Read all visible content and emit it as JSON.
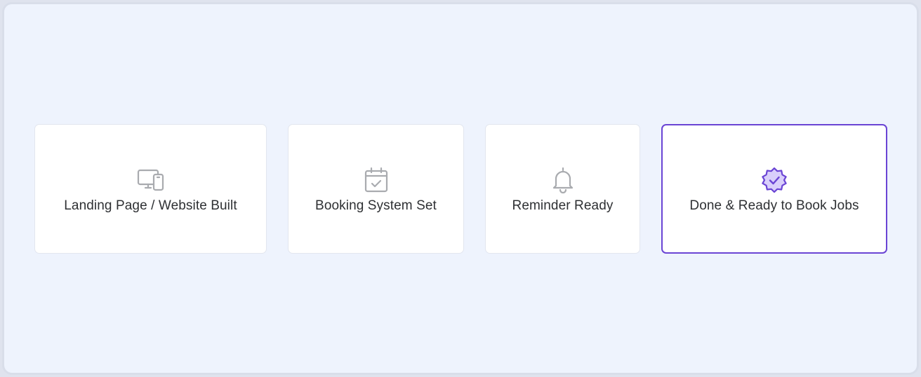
{
  "steps": [
    {
      "label": "Landing Page / Website Built",
      "icon": "devices-icon",
      "active": false
    },
    {
      "label": "Booking System Set",
      "icon": "calendar-check-icon",
      "active": false
    },
    {
      "label": "Reminder Ready",
      "icon": "bell-icon",
      "active": false
    },
    {
      "label": "Done & Ready to Book Jobs",
      "icon": "verified-badge-icon",
      "active": true
    }
  ],
  "colors": {
    "background": "#eef3fd",
    "frame_border": "#d9deea",
    "card_background": "#ffffff",
    "card_border": "#e2e6ef",
    "icon_gray": "#a9abaf",
    "accent": "#6a44d4",
    "accent_fill": "#d9cffb",
    "text": "#2e3033"
  }
}
